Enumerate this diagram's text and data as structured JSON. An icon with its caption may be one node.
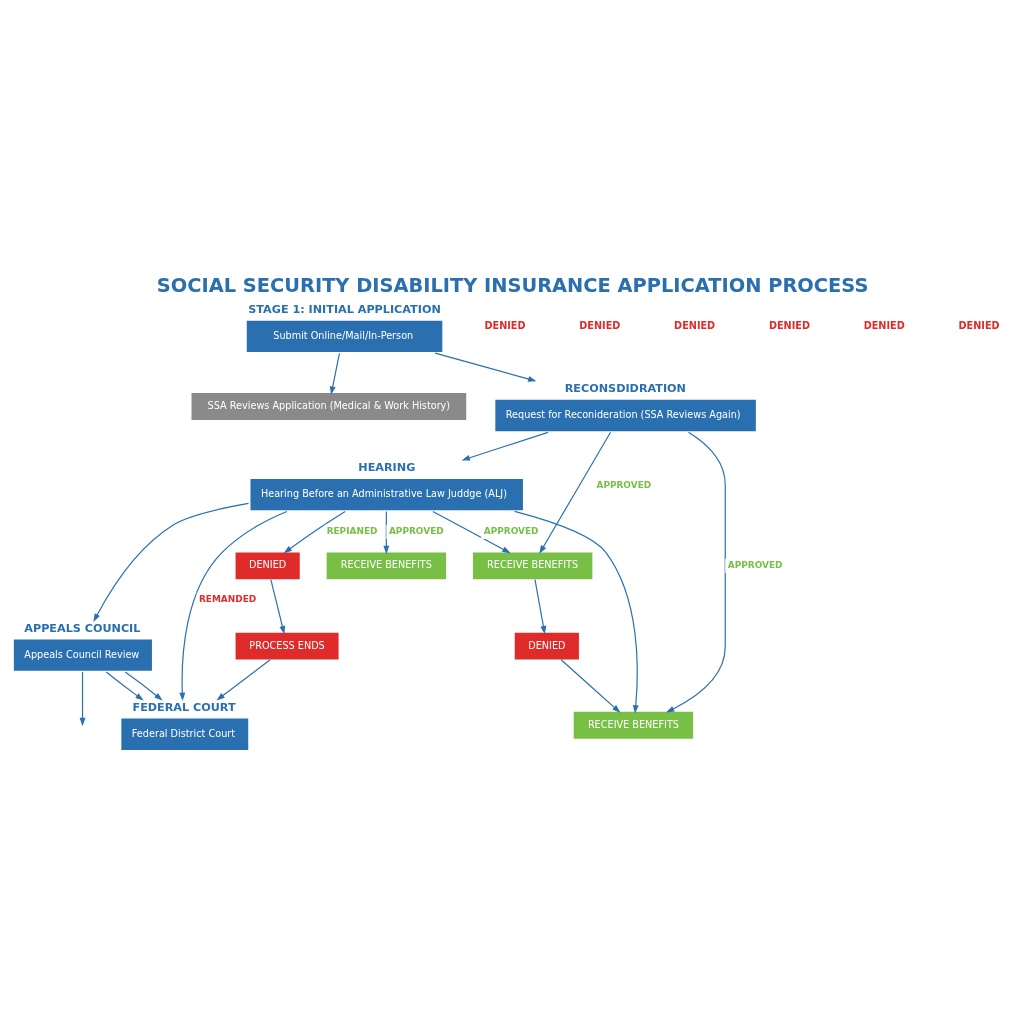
{
  "diagram": {
    "title": "SOCIAL SECURITY DISABILITY INSURANCE APPLICATION PROCESS",
    "nodes": [
      {
        "text": [
          "STAGE 1: INITIAL APPLICATION",
          "Submit Online/Mail/In-Person"
        ]
      },
      {
        "text": [
          "SSA Reviews Application (Medical & Work History)"
        ]
      },
      {
        "text": [
          "RECONSDIDRATION",
          "Request for Reconideration (SSA Reviews Again)"
        ]
      },
      {
        "text": [
          "HEARING",
          "Hearing Before an Administrative Law Juddge (ALJ)"
        ]
      },
      {
        "text": [
          "APPEALS COUNCIL",
          "Appeals Council Review"
        ]
      },
      {
        "text": [
          "FEDERAL COURT",
          "Federal District Court"
        ]
      },
      {
        "text": [
          "RECEIVE BENEFITS"
        ]
      },
      {
        "text": [
          "DENIED"
        ]
      },
      {
        "text": [
          "RECEIVE BENEFITS"
        ]
      },
      {
        "text": [
          "RECEIVE BENEFITS"
        ]
      },
      {
        "text": [
          "DENIED"
        ]
      },
      {
        "text": [
          "PROCESS ENDS"
        ]
      }
    ],
    "edges": [
      {
        "from": 0,
        "to": 1,
        "arrow": "to"
      },
      {
        "from": 0,
        "to": 2,
        "arrow": "to"
      },
      {
        "from": 2,
        "to": 3,
        "arrow": "to"
      },
      {
        "from": 3,
        "to": 4,
        "arrow": "to"
      },
      {
        "from": 4,
        "to": 5,
        "arrow": "to"
      },
      {
        "from": 4,
        "to": 5,
        "arrow": "to"
      },
      {
        "from": 4,
        "to": null,
        "arrow": "to"
      },
      {
        "from": 2,
        "to": 6,
        "arrow": "to",
        "label": "APPROVED"
      },
      {
        "from": 2,
        "to": 8,
        "arrow": "to",
        "label": "APPROVED"
      },
      {
        "from": 3,
        "to": 6,
        "arrow": "to",
        "label": "APPROVED"
      },
      {
        "from": 3,
        "to": 8,
        "arrow": "to"
      },
      {
        "from": 3,
        "to": 9,
        "arrow": "to",
        "label": "APPROVED"
      },
      {
        "from": 6,
        "to": 7,
        "arrow": "to"
      },
      {
        "from": 7,
        "to": 8,
        "arrow": "to"
      },
      {
        "from": 3,
        "to": 10,
        "arrow": "to",
        "label": "REPIANED"
      },
      {
        "from": 10,
        "to": 11,
        "arrow": "to"
      },
      {
        "from": 3,
        "to": 5,
        "arrow": "to",
        "label": "REMANDED"
      },
      {
        "from": 11,
        "to": 5,
        "arrow": "to"
      }
    ],
    "labels": [
      "DENIED",
      "DENIED",
      "DENIED",
      "DENIED",
      "DENIED",
      "DENIED"
    ]
  }
}
